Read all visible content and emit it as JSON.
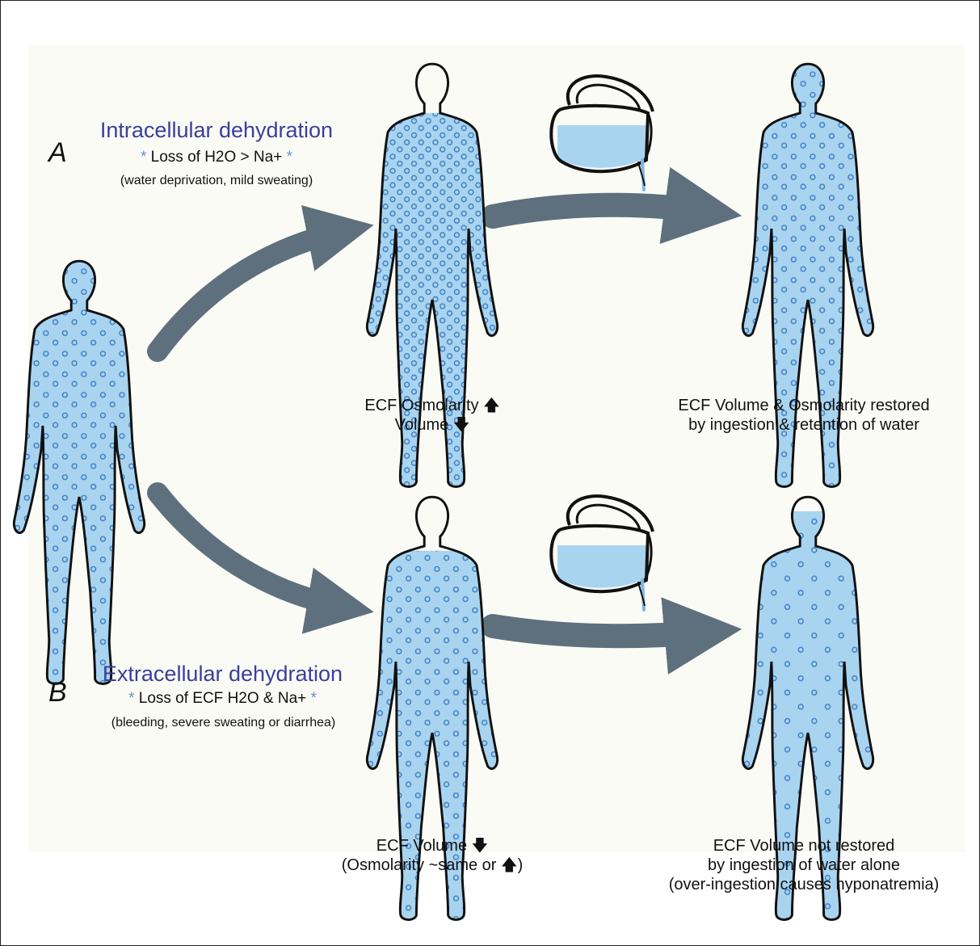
{
  "panel_a": {
    "letter": "A",
    "title": "Intracellular dehydration",
    "subtitle_star": "*",
    "subtitle": "Loss of H2O > Na+",
    "cause": "(water deprivation, mild sweating)"
  },
  "panel_b": {
    "letter": "B",
    "title": "Extracellular dehydration",
    "subtitle_star": "*",
    "subtitle": "Loss of ECF H2O & Na+",
    "cause": "(bleeding, severe sweating or diarrhea)"
  },
  "captions": {
    "a_mid_line1": "ECF Osmolarity",
    "a_mid_line2": "Volume",
    "a_right_line1": "ECF Volume & Osmolarity restored",
    "a_right_line2": "by ingestion & retention of water",
    "b_mid_line1": "ECF Volume",
    "b_mid_line2": "(Osmolarity ~same or",
    "b_mid_line2_end": ")",
    "b_right_line1": "ECF Volume not restored",
    "b_right_line2": "by ingestion of water alone",
    "b_right_line3": "(over-ingestion causes hyponatremia)"
  },
  "colors": {
    "body_fill": "#a9d4f0",
    "body_outline": "#111111",
    "particle": "#3d7fc4",
    "arrow": "#5e707d",
    "title": "#3a3f9a"
  }
}
